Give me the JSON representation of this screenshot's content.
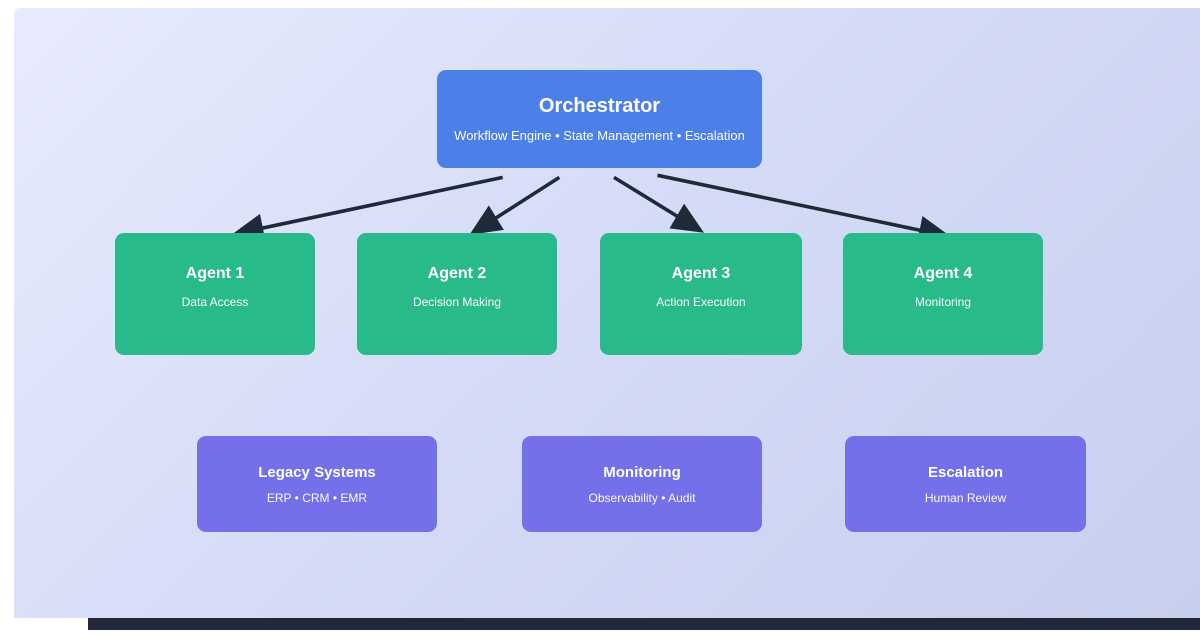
{
  "diagram": {
    "orchestrator": {
      "title": "Orchestrator",
      "subtitle": "Workflow Engine • State Management • Escalation"
    },
    "agents": [
      {
        "title": "Agent 1",
        "subtitle": "Data Access"
      },
      {
        "title": "Agent 2",
        "subtitle": "Decision Making"
      },
      {
        "title": "Agent 3",
        "subtitle": "Action Execution"
      },
      {
        "title": "Agent 4",
        "subtitle": "Monitoring"
      }
    ],
    "systems": [
      {
        "title": "Legacy Systems",
        "subtitle": "ERP • CRM • EMR"
      },
      {
        "title": "Monitoring",
        "subtitle": "Observability • Audit"
      },
      {
        "title": "Escalation",
        "subtitle": "Human Review"
      }
    ],
    "colors": {
      "orchestrator_box": "#4c80e8",
      "agent_box": "#29ba8c",
      "system_box": "#7370e9",
      "arrow": "#1f2a38",
      "background_gradient_start": "#e8ebfd",
      "background_gradient_end": "#c7cfee",
      "bottom_edge": "#232838"
    }
  }
}
